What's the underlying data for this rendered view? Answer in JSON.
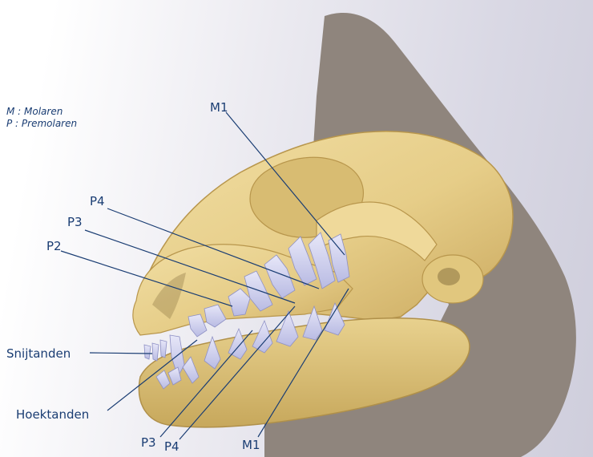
{
  "legend": {
    "molar": "M : Molaren",
    "premolar": "P : Premolaren"
  },
  "labels": {
    "m1_top": "M1",
    "p4_top": "P4",
    "p3_top": "P3",
    "p2_top": "P2",
    "incisors": "Snijtanden",
    "canines": "Hoektanden",
    "p3_bottom": "P3",
    "p4_bottom": "P4",
    "m1_bottom": "M1"
  },
  "colors": {
    "label_text": "#1a3d73",
    "leader_line": "#1a3d73",
    "silhouette": "#8f857d",
    "bone": "#e9d495",
    "bone_shadow": "#c9ad62",
    "teeth": "#cfd0ee"
  }
}
